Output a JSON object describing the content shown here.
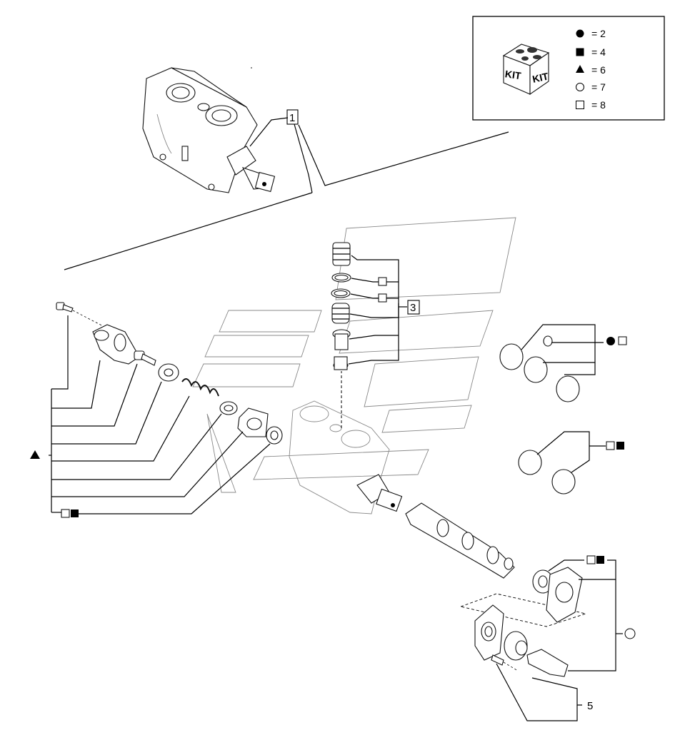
{
  "legend": {
    "kit_label": "KIT",
    "items": [
      {
        "symbol": "filled-circle",
        "text": "= 2"
      },
      {
        "symbol": "filled-square",
        "text": "= 4"
      },
      {
        "symbol": "filled-triangle",
        "text": "= 6"
      },
      {
        "symbol": "hollow-circle",
        "text": "= 7"
      },
      {
        "symbol": "hollow-square",
        "text": "= 8"
      }
    ]
  },
  "callouts": {
    "one": "1",
    "three": "3",
    "five": "5"
  }
}
